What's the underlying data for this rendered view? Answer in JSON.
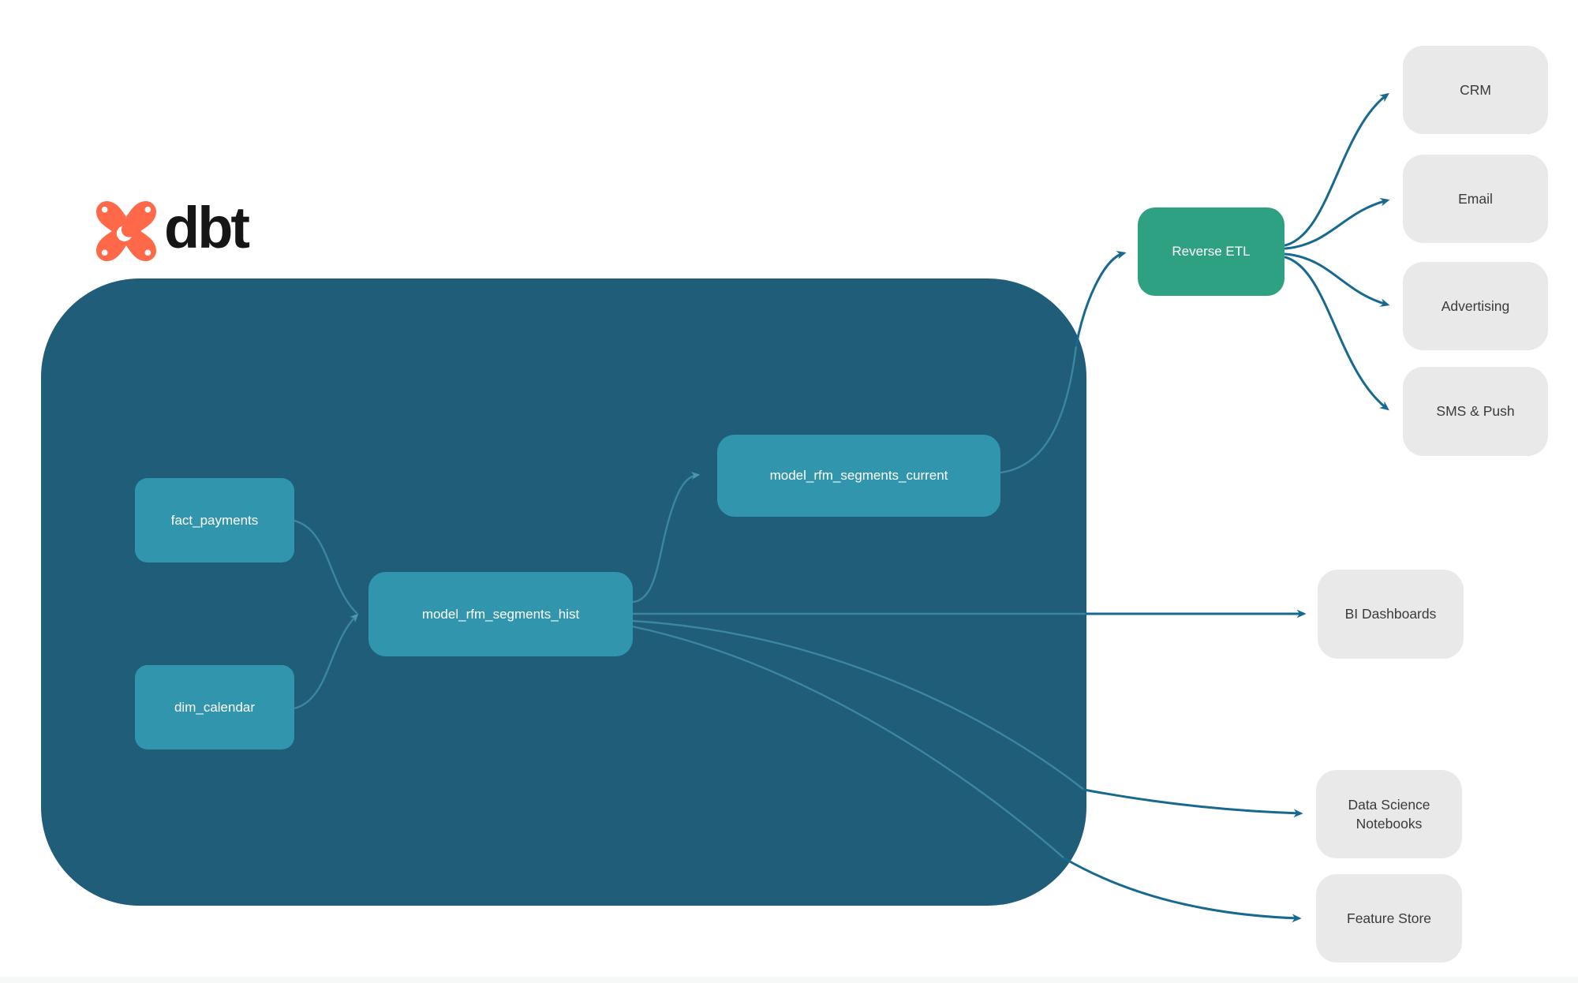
{
  "brand": {
    "name": "dbt"
  },
  "colors": {
    "container": "#1F5D79",
    "model_node": "#3295AE",
    "reverse_etl_node": "#2FA183",
    "destination_box": "#E9E9E9",
    "edge_inside": "#3B86A1",
    "edge_outside": "#17698F",
    "logo_orange": "#FF694A",
    "node_text": "#FFFFFF",
    "destination_text": "#3A3A3A"
  },
  "warehouse": {
    "sources": [
      {
        "label": "fact_payments"
      },
      {
        "label": "dim_calendar"
      }
    ],
    "models": [
      {
        "label": "model_rfm_segments_hist"
      },
      {
        "label": "model_rfm_segments_current"
      }
    ]
  },
  "reverse_etl": {
    "label": "Reverse ETL"
  },
  "activation_destinations": [
    {
      "label": "CRM"
    },
    {
      "label": "Email"
    },
    {
      "label": "Advertising"
    },
    {
      "label": "SMS & Push"
    }
  ],
  "analytics_destinations": [
    {
      "label": "BI Dashboards"
    },
    {
      "label": "Data Science Notebooks"
    },
    {
      "label": "Feature Store"
    }
  ]
}
